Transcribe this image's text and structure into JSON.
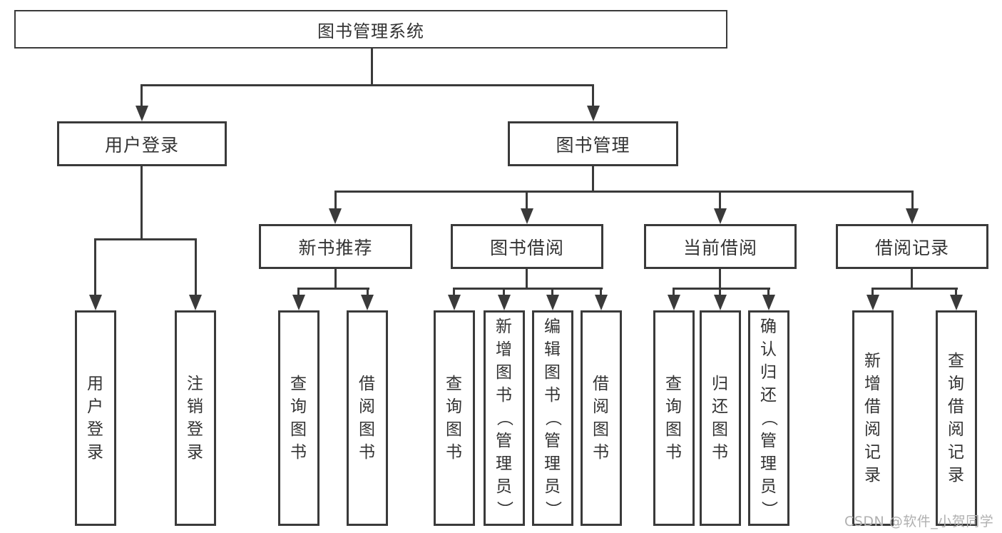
{
  "diagram": {
    "title": "图书管理系统",
    "user_login": {
      "label": "用户登录",
      "children": [
        {
          "label": "用户登录"
        },
        {
          "label": "注销登录"
        }
      ]
    },
    "book_management": {
      "label": "图书管理",
      "sections": [
        {
          "label": "新书推荐",
          "children": [
            {
              "label": "查询图书"
            },
            {
              "label": "借阅图书"
            }
          ]
        },
        {
          "label": "图书借阅",
          "children": [
            {
              "label": "查询图书"
            },
            {
              "label": "新增图书（管理员）"
            },
            {
              "label": "编辑图书（管理员）"
            },
            {
              "label": "借阅图书"
            }
          ]
        },
        {
          "label": "当前借阅",
          "children": [
            {
              "label": "查询图书"
            },
            {
              "label": "归还图书"
            },
            {
              "label": "确认归还（管理员）"
            }
          ]
        },
        {
          "label": "借阅记录",
          "children": [
            {
              "label": "新增借阅记录"
            },
            {
              "label": "查询借阅记录"
            }
          ]
        }
      ]
    }
  },
  "watermark": "CSDN @软件_小贺同学",
  "colors": {
    "line": "#3a3a3a",
    "text": "#333333",
    "watermark": "#b0b0b0",
    "background": "#ffffff"
  }
}
